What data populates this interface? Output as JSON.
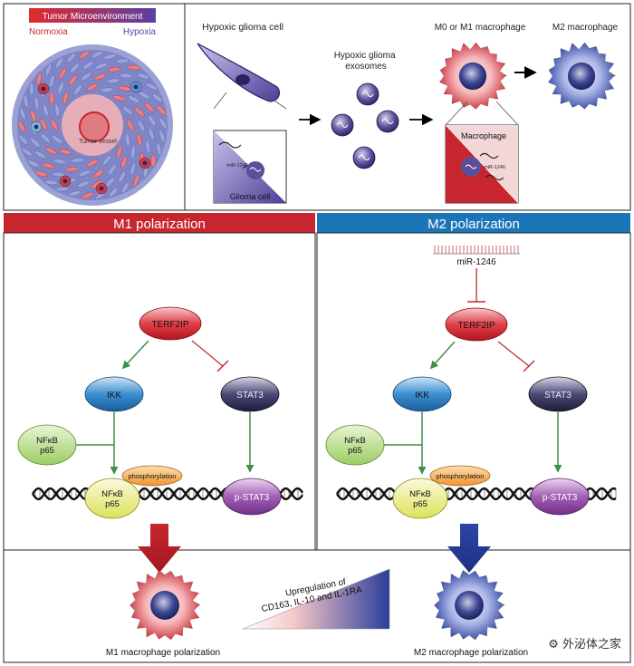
{
  "top_left": {
    "legend_title": "Tumor Microenvironment",
    "normoxia": "Normoxia",
    "hypoxia": "Hypoxia",
    "tumor_vessel": "Tumor vessel"
  },
  "top_right": {
    "hypoxic_glioma_cell": "Hypoxic glioma cell",
    "hypoxic_glioma_exosomes": "Hypoxic glioma exosomes",
    "m0_m1_macrophage": "M0 or M1 macrophage",
    "m2_macrophage": "M2 macrophage",
    "glioma_cell": "Glioma cell",
    "macrophage": "Macrophage",
    "mirna_label": "miR-1246"
  },
  "m1": {
    "header": "M1 polarization",
    "terf2ip": "TERF2IP",
    "ikk": "IKK",
    "stat3": "STAT3",
    "nfkb_line1": "NFκB",
    "nfkb_line2": "p65",
    "phosphorylation": "phosphorylation",
    "pstat3": "p-STAT3"
  },
  "m2": {
    "header": "M2 polarization",
    "mirna": "miR-1246",
    "terf2ip": "TERF2IP",
    "ikk": "IKK",
    "stat3": "STAT3",
    "nfkb_line1": "NFκB",
    "nfkb_line2": "p65",
    "phosphorylation": "phosphorylation",
    "pstat3": "p-STAT3"
  },
  "bottom": {
    "m1_label": "M1 macrophage polarization",
    "m2_label": "M2 macrophage polarization",
    "upregulation_line1": "Upregulation of",
    "upregulation_line2": "CD163, IL-10 and IL-1RA"
  },
  "watermark": "外泌体之家",
  "colors": {
    "m1_red": "#c8262f",
    "m2_blue": "#1b76b8",
    "arrow_green": "#3f8f4a",
    "inhibit_red": "#c0282e"
  }
}
